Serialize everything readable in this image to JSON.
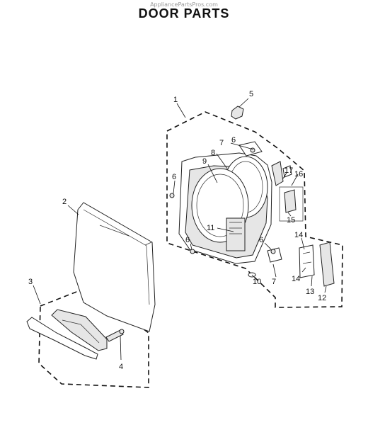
{
  "header": {
    "watermark": "AppliancePartsPros.com",
    "title": "DOOR PARTS"
  },
  "callouts": {
    "c1": "1",
    "c2": "2",
    "c3": "3",
    "c4": "4",
    "c5": "5",
    "c6a": "6",
    "c6b": "6",
    "c6c": "6",
    "c6d": "6",
    "c7a": "7",
    "c7b": "7",
    "c8": "8",
    "c9": "9",
    "c10": "10",
    "c11": "11",
    "c12": "12",
    "c13": "13",
    "c14a": "14",
    "c14b": "14",
    "c15": "15",
    "c16": "16",
    "c17": "17"
  }
}
